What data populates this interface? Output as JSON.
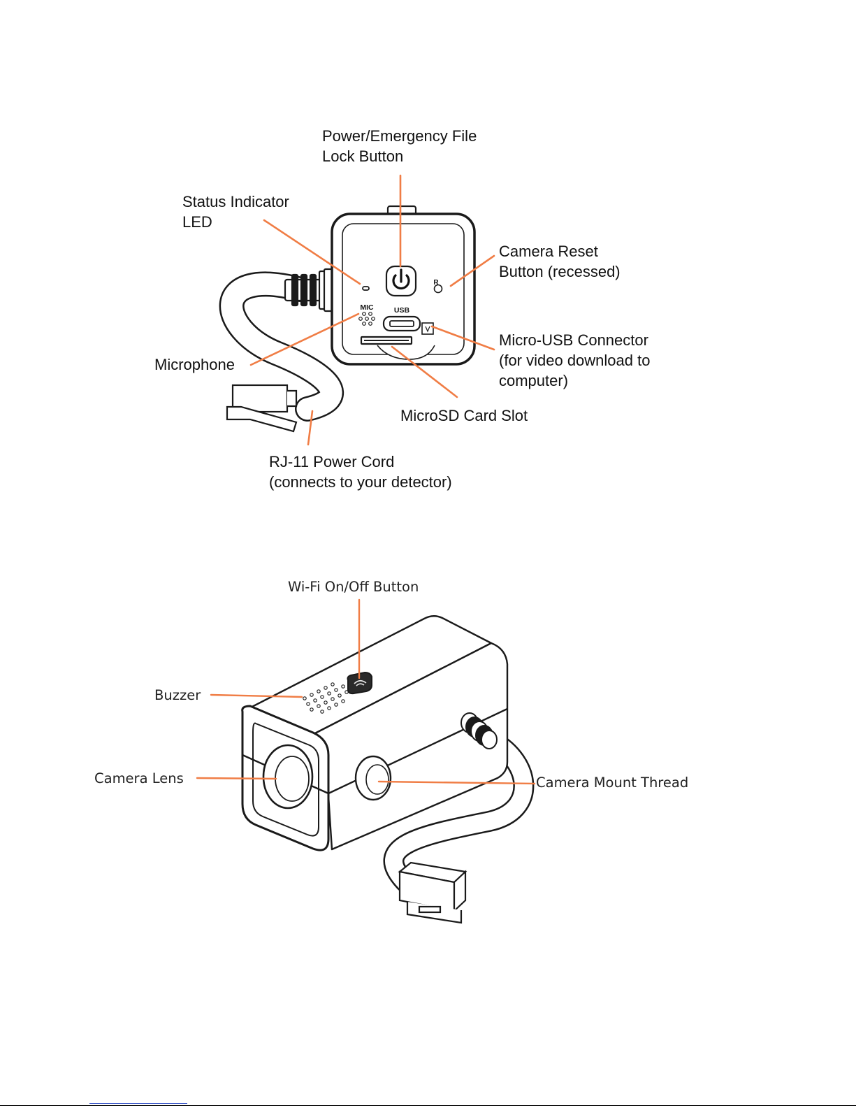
{
  "colors": {
    "leader": "#f07d45",
    "outline": "#1a1a1a",
    "text": "#111111"
  },
  "top_view": {
    "labels": {
      "power": [
        "Power/Emergency File",
        "Lock Button"
      ],
      "status_led": [
        "Status Indicator",
        "LED"
      ],
      "reset": [
        "Camera Reset",
        "Button (recessed)"
      ],
      "microphone": [
        "Microphone"
      ],
      "micro_usb": [
        "Micro-USB Connector",
        "(for video download to",
        "computer)"
      ],
      "microsd": [
        "MicroSD Card Slot"
      ],
      "power_cord": [
        "RJ-11 Power Cord",
        "(connects to your detector)"
      ]
    },
    "device_text": {
      "mic": "MIC",
      "usb": "USB",
      "reset": "R"
    },
    "icons": [
      "power-icon",
      "microphone-holes-icon",
      "micro-usb-port-icon",
      "microsd-slot-icon",
      "rj11-plug-icon"
    ]
  },
  "perspective_view": {
    "labels": {
      "wifi": "Wi-Fi On/Off Button",
      "buzzer": "Buzzer",
      "lens": "Camera Lens",
      "mount": "Camera Mount Thread"
    },
    "icons": [
      "wifi-button-icon",
      "buzzer-grille-icon",
      "camera-lens-icon",
      "mount-thread-icon",
      "rj11-plug-icon"
    ]
  }
}
